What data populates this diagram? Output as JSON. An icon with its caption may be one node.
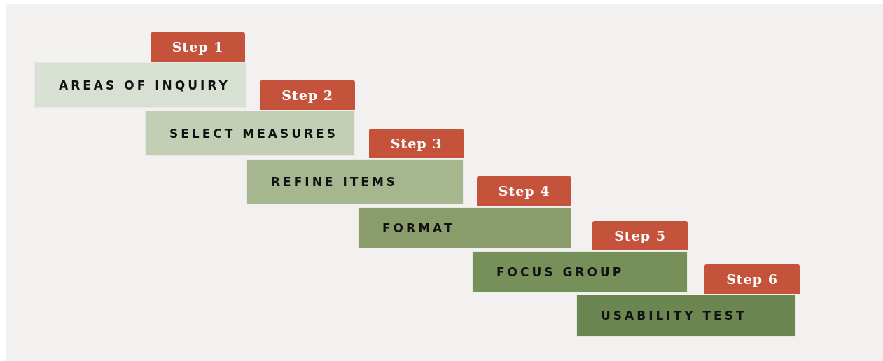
{
  "diagram": {
    "nodes": [
      {
        "text": [
          "Step 1"
        ]
      },
      {
        "text": [
          "AREAS OF INQUIRY"
        ]
      },
      {
        "text": [
          "Step 2"
        ]
      },
      {
        "text": [
          "SELECT MEASURES"
        ]
      },
      {
        "text": [
          "Step 3"
        ]
      },
      {
        "text": [
          "REFINE ITEMS"
        ]
      },
      {
        "text": [
          "Step 4"
        ]
      },
      {
        "text": [
          "FORMAT"
        ]
      },
      {
        "text": [
          "Step 5"
        ]
      },
      {
        "text": [
          "FOCUS GROUP"
        ]
      },
      {
        "text": [
          "Step 6"
        ]
      },
      {
        "text": [
          "USABILITY TEST"
        ]
      }
    ],
    "edges": []
  }
}
